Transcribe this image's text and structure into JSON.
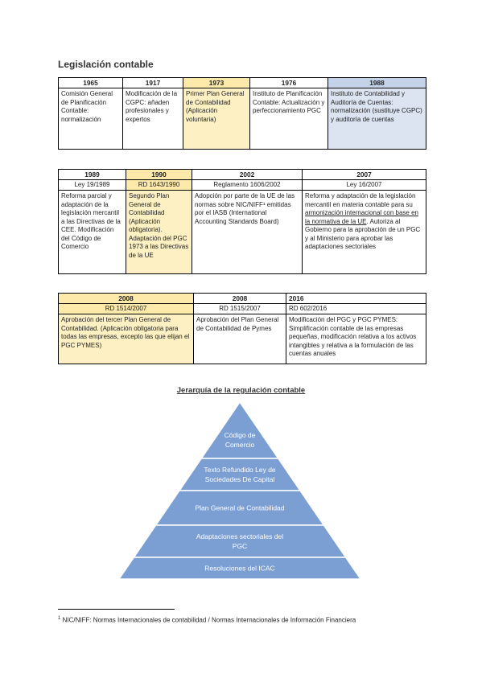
{
  "title": "Legislación contable",
  "table1": {
    "headers": [
      "1965",
      "1917",
      "1973",
      "1976",
      "1988"
    ],
    "cells": [
      "Comisión General de Planificación Contable: normalización",
      "Modificación de la CGPC: añaden profesionales y expertos",
      "Primer Plan General de Contabilidad (Aplicación voluntaria)",
      "Instituto de Planificación Contable: Actualización y perfeccionamiento PGC",
      "Instituto de Contabilidad y Auditoría de Cuentas: normalización (sustituye CGPC) y auditoría de cuentas"
    ]
  },
  "table2": {
    "headers": [
      "1989",
      "1990",
      "2002",
      "2007"
    ],
    "subheaders": [
      "Ley 19/1989",
      "RD 1643/1990",
      "Reglamento 1606/2002",
      "Ley 16/2007"
    ],
    "cells": [
      "Reforma parcial y adaptación de la legislación mercantil a las Directivas de la CEE. Modificación del Código de Comercio",
      "Segundo Plan General de Contabilidad (Aplicación obligatoria). Adaptación del PGC 1973 a las Directivas de la UE",
      "Adopción por parte de la UE de las normas sobre NIC/NIFF¹ emitidas por el IASB (International Accounting Standards Board)",
      ""
    ],
    "cell4": {
      "part1": "Reforma y adaptación de la legislación mercantil en materia contable para su ",
      "underlined": "armonización internacional con base en la normativa de la UE",
      "part2": ". Autoriza al Gobierno para la aprobación de un PGC y al Ministerio para aprobar las adaptaciones sectoriales"
    }
  },
  "table3": {
    "headers": [
      "2008",
      "2008",
      "2016"
    ],
    "subheaders": [
      "RD 1514/2007",
      "RD 1515/2007",
      "RD 602/2016"
    ],
    "cells": [
      "Aprobación del tercer Plan General de Contabilidad. (Aplicación obligatoria para todas las empresas, excepto las que elijan el PGC PYMES)",
      "Aprobación del Plan General de Contabilidad de Pymes",
      "Modificación del PGC y PGC PYMES: Simplificación contable de las empresas pequeñas, modificación relativa a los activos intangibles y relativa a la formulación de las cuentas anuales"
    ]
  },
  "pyramid": {
    "title": "Jerarquía de la regulación contable",
    "levels": [
      [
        "Código de",
        "Comercio"
      ],
      [
        "Texto Refundido Ley de",
        "Sociedades De Capital"
      ],
      [
        "Plan General de Contabilidad"
      ],
      [
        "Adaptaciones sectoriales del",
        "PGC"
      ],
      [
        "Resoluciones del ICAC"
      ]
    ],
    "fill": "#7b9ed3",
    "stroke": "#ffffff"
  },
  "footnote": {
    "mark": "1",
    "text": " NIC/NIFF: Normas Internacionales de contabilidad / Normas Internacionales de Información Financiera"
  }
}
